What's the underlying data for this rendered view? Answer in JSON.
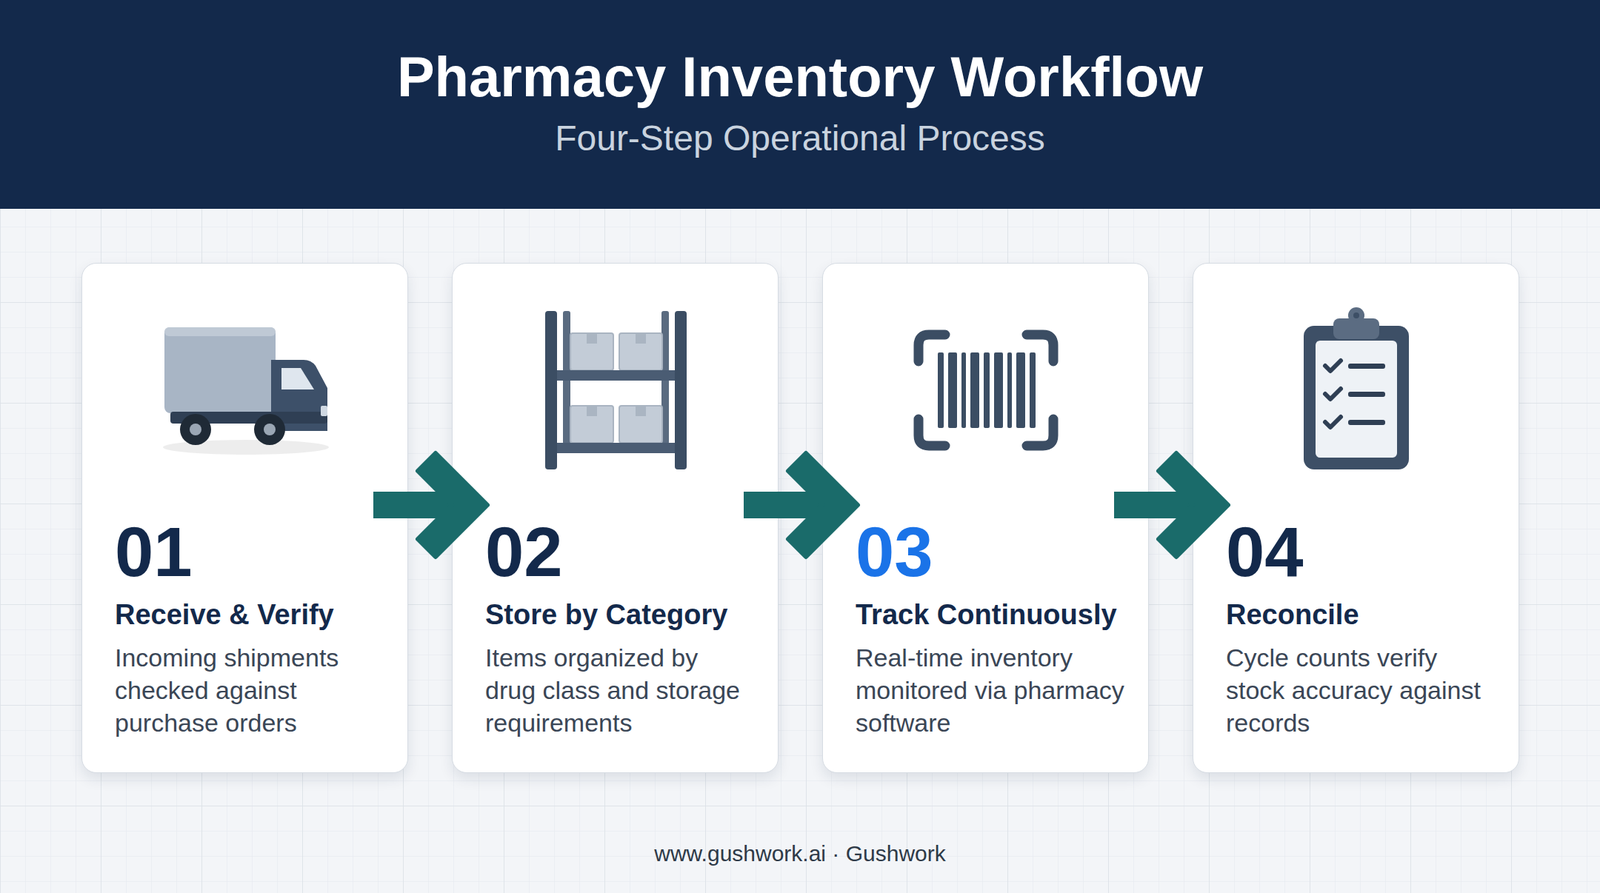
{
  "diagram": {
    "title": "Pharmacy Inventory Workflow",
    "nodes": [
      {
        "text": [
          "01",
          "Receive & Verify",
          "Incoming shipments checked against purchase orders"
        ]
      },
      {
        "text": [
          "02",
          "Store by Category",
          "Items organized by drug class and storage requirements"
        ]
      },
      {
        "text": [
          "03",
          "Track Continuously",
          "Real-time inventory monitored via pharmacy software"
        ]
      },
      {
        "text": [
          "04",
          "Reconcile",
          "Cycle counts verify stock accuracy against records"
        ]
      }
    ],
    "edges": [
      {
        "from": 0,
        "to": 1,
        "arrow": "to"
      },
      {
        "from": 1,
        "to": 2,
        "arrow": "to"
      },
      {
        "from": 2,
        "to": 3,
        "arrow": "to"
      }
    ],
    "labels": [
      "Four-Step Operational Process",
      "www.gushwork.ai · Gushwork"
    ]
  }
}
